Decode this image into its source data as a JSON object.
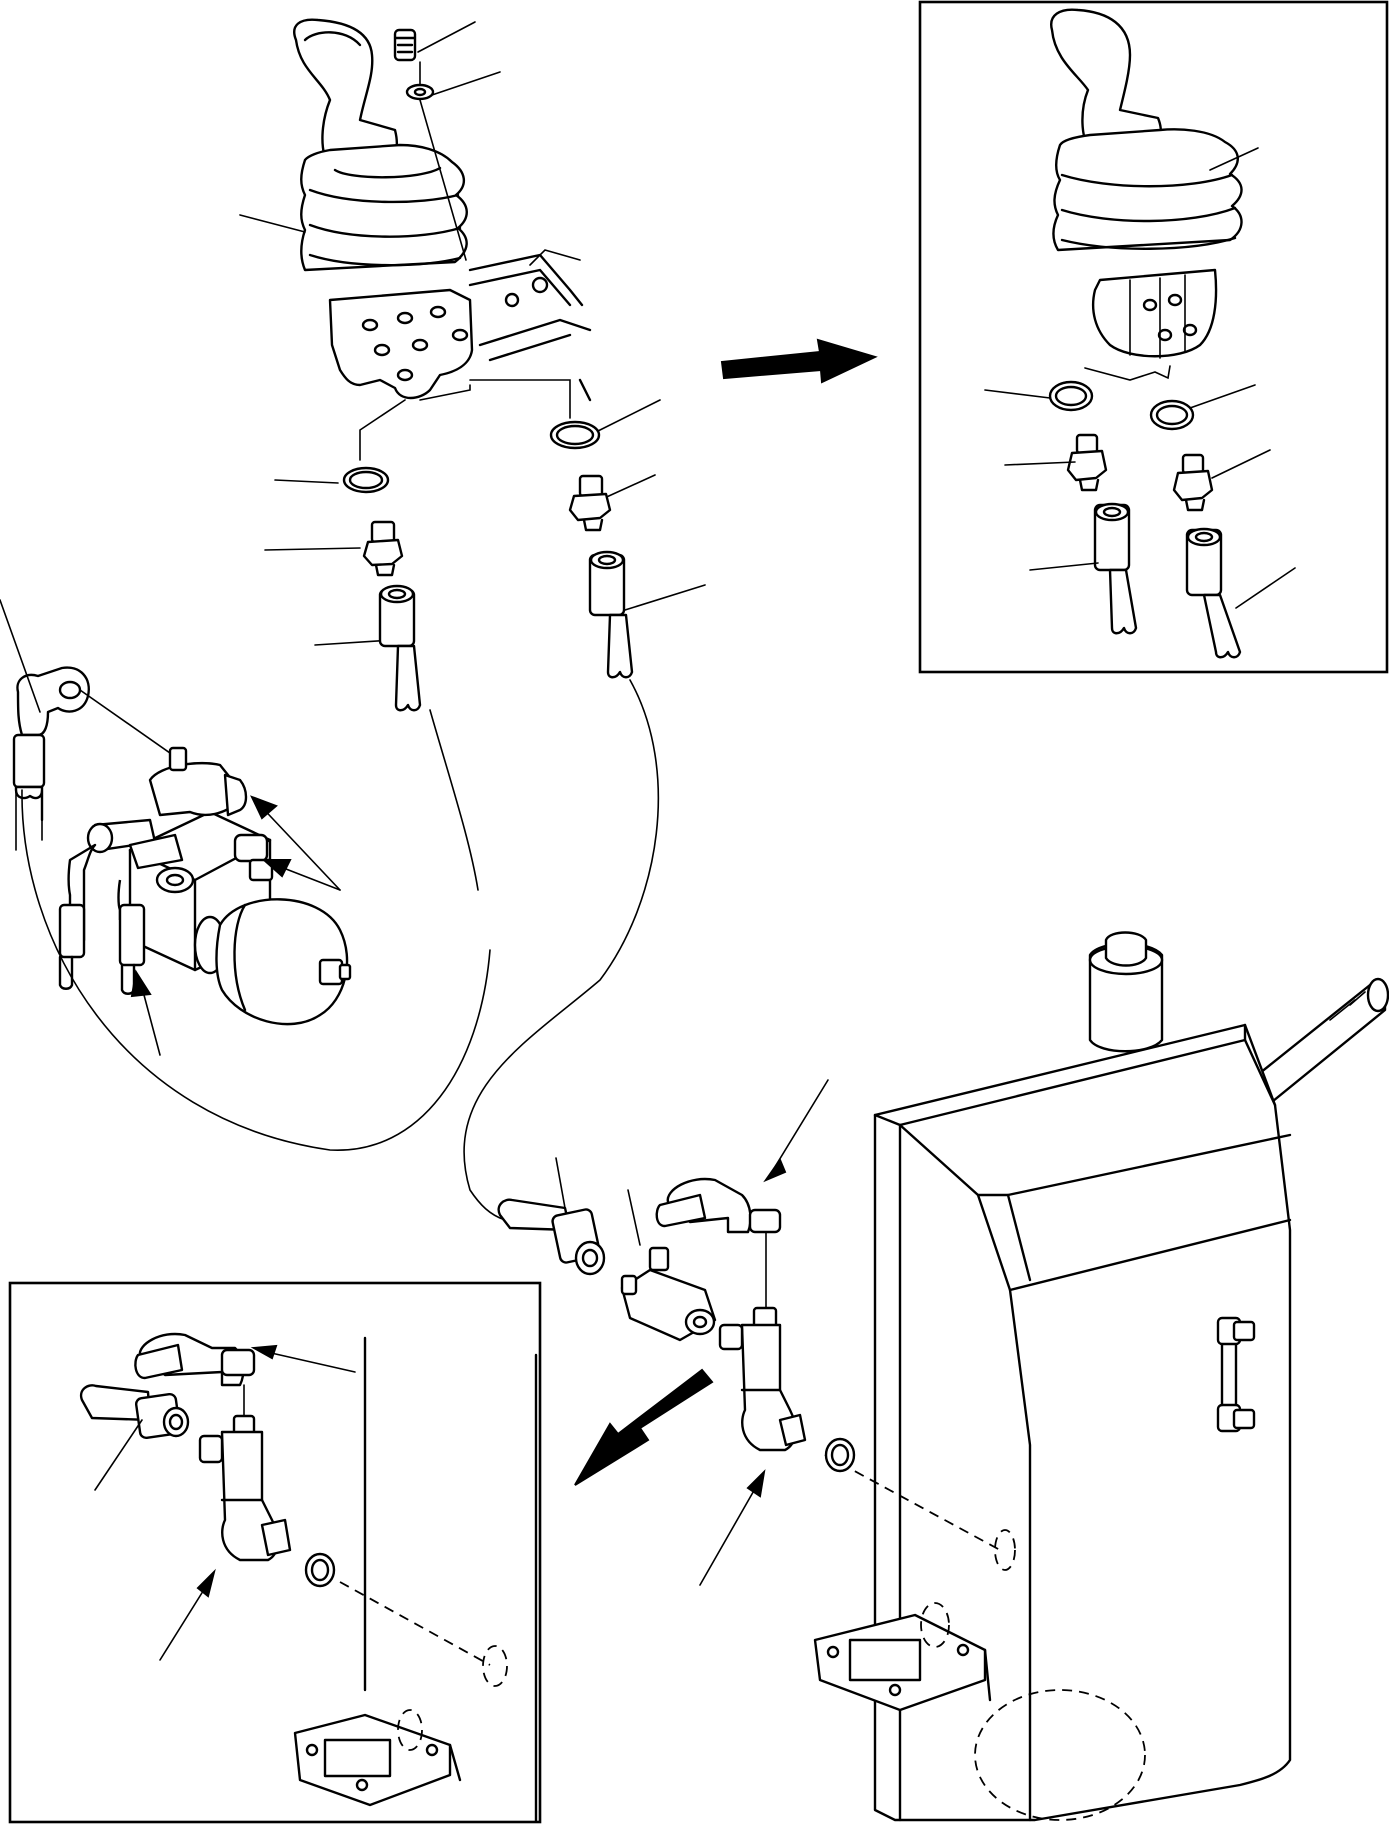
{
  "figure": {
    "kind": "exploded parts illustration",
    "detail_views": [
      "joystick-control-valve",
      "hydraulic-tank-fittings"
    ],
    "text_labels": []
  },
  "colors": {
    "ink": "#000000",
    "paper": "#ffffff"
  }
}
